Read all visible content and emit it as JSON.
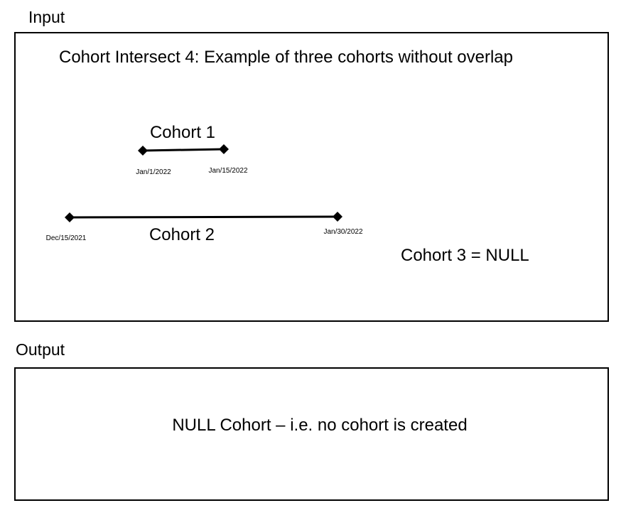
{
  "input": {
    "label": "Input",
    "title": "Cohort Intersect 4: Example of three cohorts without overlap",
    "cohort1": {
      "name": "Cohort 1",
      "start": "Jan/1/2022",
      "end": "Jan/15/2022"
    },
    "cohort2": {
      "name": "Cohort 2",
      "start": "Dec/15/2021",
      "end": "Jan/30/2022"
    },
    "cohort3": {
      "text": "Cohort 3 = NULL"
    }
  },
  "output": {
    "label": "Output",
    "text": "NULL Cohort – i.e. no cohort is created"
  },
  "colors": {
    "line": "#000000",
    "background": "#ffffff"
  }
}
